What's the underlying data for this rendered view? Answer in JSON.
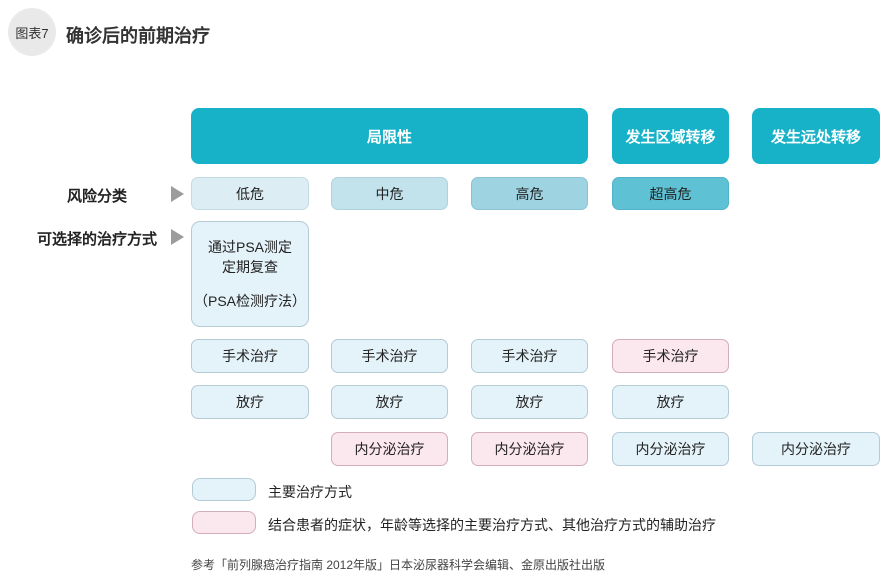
{
  "figure": {
    "badge": "图表7",
    "title": "确诊后的前期治疗"
  },
  "headers": {
    "localized": "局限性",
    "regional": "发生区域转移",
    "distant": "发生远处转移"
  },
  "row_labels": {
    "risk": "风险分类",
    "treatment": "可选择的治疗方式"
  },
  "risk_levels": [
    "低危",
    "中危",
    "高危",
    "超高危"
  ],
  "psa_box": {
    "line1": "通过PSA测定",
    "line2": "定期复查",
    "line3": "（PSA检测疗法）"
  },
  "treatment_rows": {
    "surgery": [
      {
        "col": 1,
        "label": "手术治疗",
        "style": "blue"
      },
      {
        "col": 2,
        "label": "手术治疗",
        "style": "blue"
      },
      {
        "col": 3,
        "label": "手术治疗",
        "style": "blue"
      },
      {
        "col": 4,
        "label": "手术治疗",
        "style": "pink"
      }
    ],
    "radiation": [
      {
        "col": 1,
        "label": "放疗",
        "style": "blue"
      },
      {
        "col": 2,
        "label": "放疗",
        "style": "blue"
      },
      {
        "col": 3,
        "label": "放疗",
        "style": "blue"
      },
      {
        "col": 4,
        "label": "放疗",
        "style": "blue"
      }
    ],
    "endocrine": [
      {
        "col": 2,
        "label": "内分泌治疗",
        "style": "pink"
      },
      {
        "col": 3,
        "label": "内分泌治疗",
        "style": "pink"
      },
      {
        "col": 4,
        "label": "内分泌治疗",
        "style": "blue"
      },
      {
        "col": 5,
        "label": "内分泌治疗",
        "style": "blue"
      }
    ]
  },
  "legend": {
    "primary": "主要治疗方式",
    "secondary": "结合患者的症状，年龄等选择的主要治疗方式、其他治疗方式的辅助治疗"
  },
  "footnote": "参考「前列腺癌治疗指南 2012年版」日本泌尿器科学会编辑、金原出版社出版",
  "colors": {
    "header_teal": "#17b2c8",
    "risk_low": "#dceef3",
    "risk_medium": "#c2e3ec",
    "risk_high": "#9ed4e2",
    "risk_very_high": "#5ec1d4",
    "box_blue_fill": "#e4f2f9",
    "box_blue_border": "#b4cbd6",
    "box_pink_fill": "#fbe7ee",
    "box_pink_border": "#d2adbc"
  }
}
